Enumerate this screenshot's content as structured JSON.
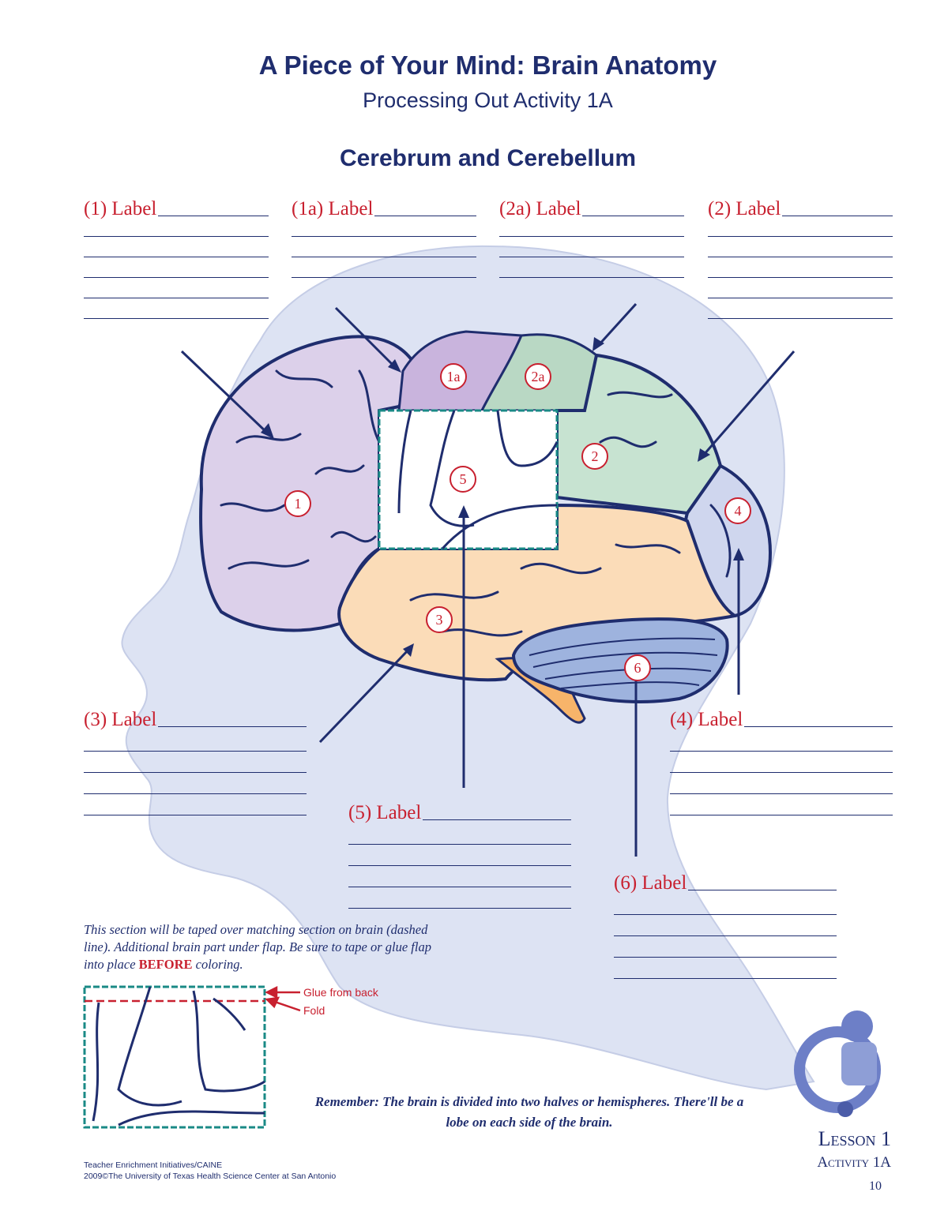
{
  "header": {
    "title": "A Piece of Your Mind: Brain Anatomy",
    "subtitle": "Processing Out Activity 1A",
    "heading": "Cerebrum and Cerebellum"
  },
  "labels": [
    {
      "id": "1",
      "text": "(1) Label"
    },
    {
      "id": "1a",
      "text": "(1a) Label"
    },
    {
      "id": "2a",
      "text": "(2a) Label"
    },
    {
      "id": "2",
      "text": "(2) Label"
    },
    {
      "id": "3",
      "text": "(3) Label"
    },
    {
      "id": "4",
      "text": "(4) Label"
    },
    {
      "id": "5",
      "text": "(5) Label"
    },
    {
      "id": "6",
      "text": "(6) Label"
    }
  ],
  "markers": [
    "1a",
    "2a",
    "1",
    "2",
    "3",
    "4",
    "5",
    "6"
  ],
  "note": {
    "part1": "This section will be taped over matching section on brain (dashed line). Additional brain part under flap. Be sure to tape or glue flap into place ",
    "emphasis": "BEFORE",
    "part2": " coloring."
  },
  "flap": {
    "glue_label": "Glue from back",
    "fold_label": "Fold"
  },
  "remember": "Remember: The brain is divided into two halves or hemispheres. There'll be a lobe on each side of the brain.",
  "lesson": "Lesson 1",
  "activity": "Activity 1A",
  "page_number": "10",
  "footer": {
    "line1": "Teacher Enrichment Initiatives/CAINE",
    "line2": "2009©The University of Texas Health Science Center at San Antonio"
  },
  "colors": {
    "navy": "#1f2d6e",
    "red": "#c8202f",
    "teal": "#1a8a86",
    "head": "#dde3f3",
    "frontal": "#dcd0ea",
    "motor": "#c9b4dd",
    "sensory": "#b9d8c4",
    "parietal": "#c7e3d1",
    "temporal": "#fbdcb8",
    "occipital": "#cfd6ee",
    "cerebellum": "#9eb3de",
    "stem": "#f7b46a"
  }
}
